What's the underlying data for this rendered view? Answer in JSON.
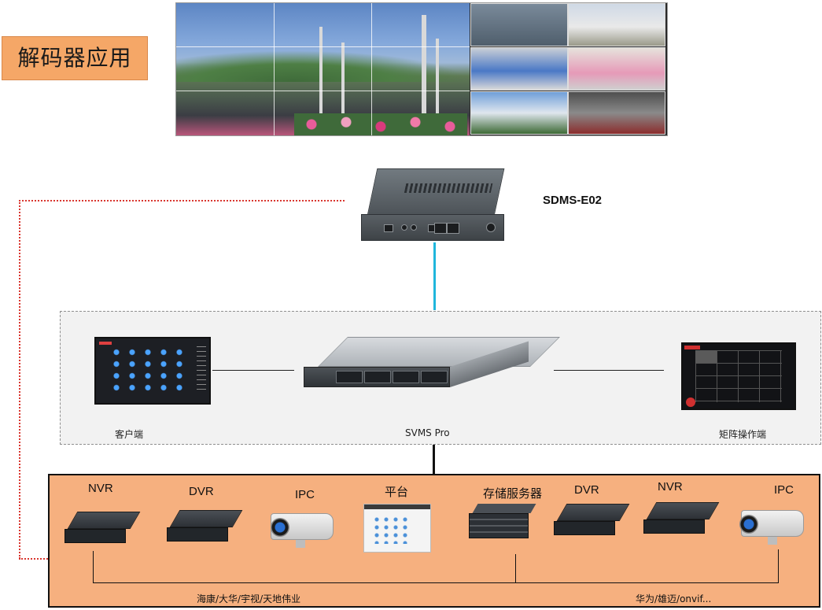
{
  "title": "解码器应用",
  "decoder": {
    "model": "SDMS-E02"
  },
  "svms": {
    "server_label": "SVMS Pro",
    "client_label": "客户端",
    "matrix_label": "矩阵操作端"
  },
  "devices": [
    {
      "label": "NVR",
      "kind": "nvr"
    },
    {
      "label": "DVR",
      "kind": "dvr"
    },
    {
      "label": "IPC",
      "kind": "ipc"
    },
    {
      "label": "平台",
      "kind": "platform"
    },
    {
      "label": "存储服务器",
      "kind": "storage"
    },
    {
      "label": "DVR",
      "kind": "dvr"
    },
    {
      "label": "NVR",
      "kind": "nvr"
    },
    {
      "label": "IPC",
      "kind": "ipc"
    }
  ],
  "vendors": {
    "left": "海康/大华/宇视/天地伟业",
    "right": "华为/雄迈/onvif..."
  },
  "colors": {
    "title_bg": "#f5a767",
    "device_area_bg": "#f6b07f",
    "link_cyan": "#1fb6dc",
    "link_red_dotted": "#d9362f"
  }
}
